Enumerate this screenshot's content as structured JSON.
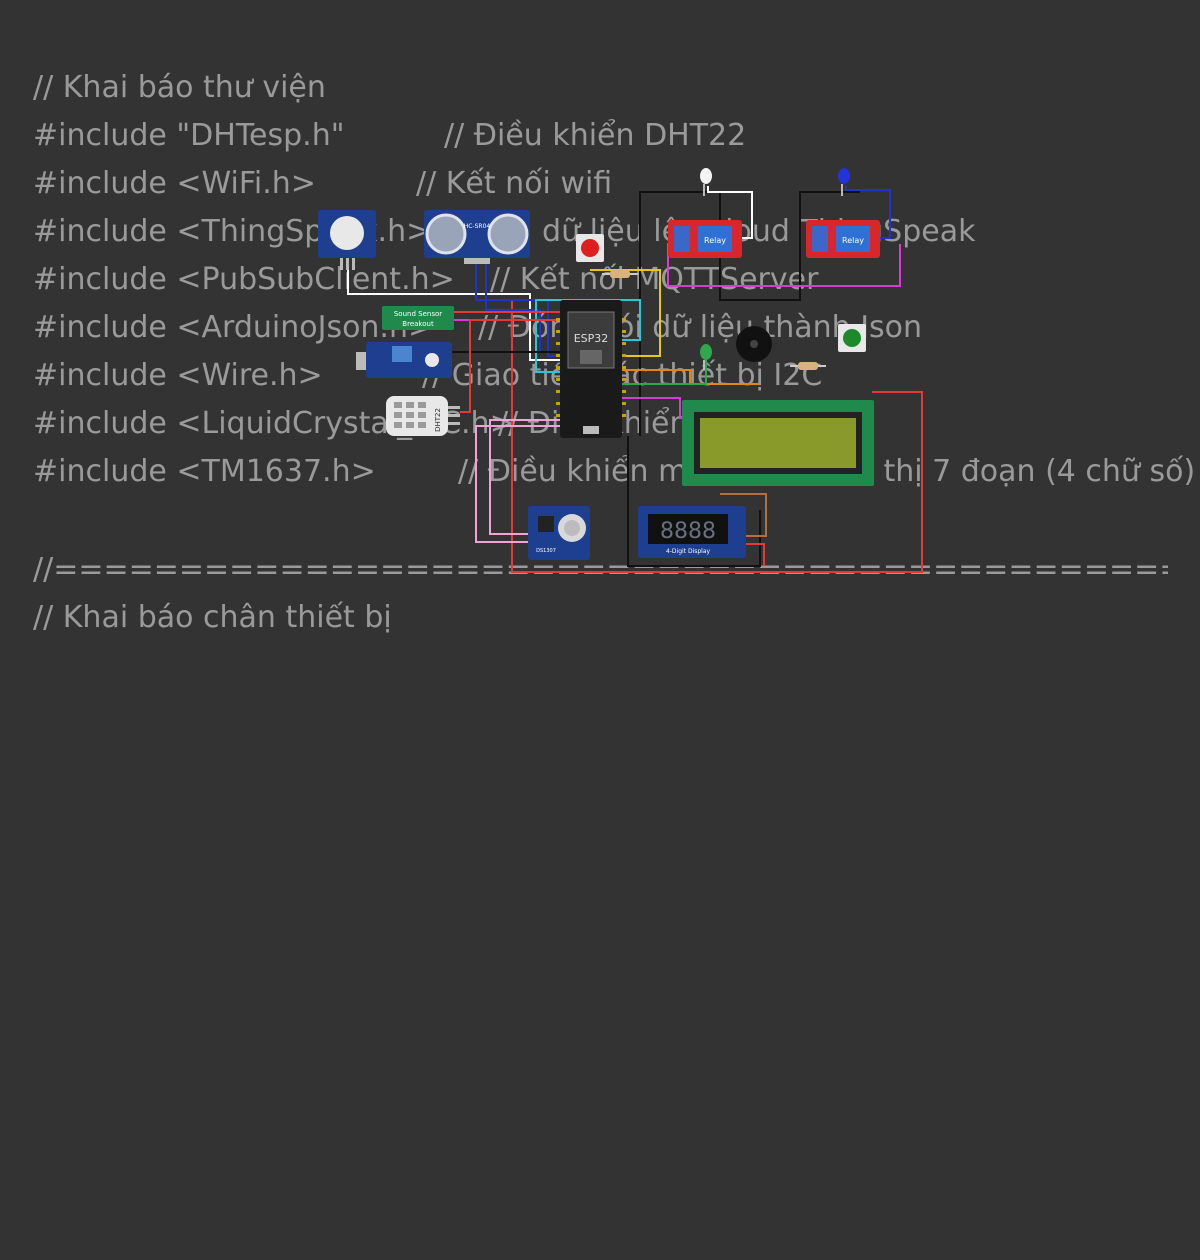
{
  "code": {
    "lines": [
      {
        "text": "// Khai báo thư viện",
        "comment": ""
      },
      {
        "text": "#include \"DHTesp.h\"",
        "comment": "// Điều khiển DHT22"
      },
      {
        "text": "#include <WiFi.h>",
        "comment": "// Kết nối wifi"
      },
      {
        "text": "#include <ThingSpeak.h>",
        "comment": "// Lưu dữ liệu lên cloud ThingSpeak"
      },
      {
        "text": "#include <PubSubClient.h>",
        "comment": "// Kết nối MQTTServer"
      },
      {
        "text": "#include <ArduinoJson.h>",
        "comment": "// Đóng gói dữ liệu thành Json"
      },
      {
        "text": "#include <Wire.h>",
        "comment": "// Giao tiếp các thiết bị I2C"
      },
      {
        "text": "#include <LiquidCrystal_I2C.h>",
        "comment": "// Điều khiển LCD"
      },
      {
        "text": "#include <TM1637.h>",
        "comment": "// Điều khiển màn hình hiển thị 7 đoạn (4 chữ số)"
      },
      {
        "text": "",
        "comment": ""
      },
      {
        "text": "//==================================================================================",
        "comment": ""
      },
      {
        "text": "// Khai báo chân thiết bị",
        "comment": ""
      }
    ]
  },
  "circuit": {
    "mcu_label": "ESP32",
    "ultrasonic_label": "HC-SR04",
    "sound_sensor_label_1": "Sound Sensor",
    "sound_sensor_label_2": "Breakout",
    "dht_label": "DHT22",
    "relay_1_label": "Relay",
    "relay_2_label": "Relay",
    "seven_seg_label": "4-Digit Display",
    "seven_seg_digits": "8888",
    "rtc_label": "DS1307",
    "colors": {
      "background": "#333333",
      "code_text": "#9a9a9a",
      "pcb_blue": "#1e3f8f",
      "relay_red": "#d8262b",
      "lcd_green": "#1f8a4c",
      "lcd_screen": "#8a9a2a",
      "wire_red": "#e53935",
      "wire_white": "#ffffff",
      "wire_blue": "#2233cc",
      "wire_black": "#111111",
      "wire_magenta": "#d63bd6",
      "wire_yellow": "#e6c620",
      "wire_cyan": "#28c7d6",
      "wire_green": "#2ea84a",
      "wire_orange": "#e0871b",
      "wire_pink": "#f2a2d6"
    }
  }
}
